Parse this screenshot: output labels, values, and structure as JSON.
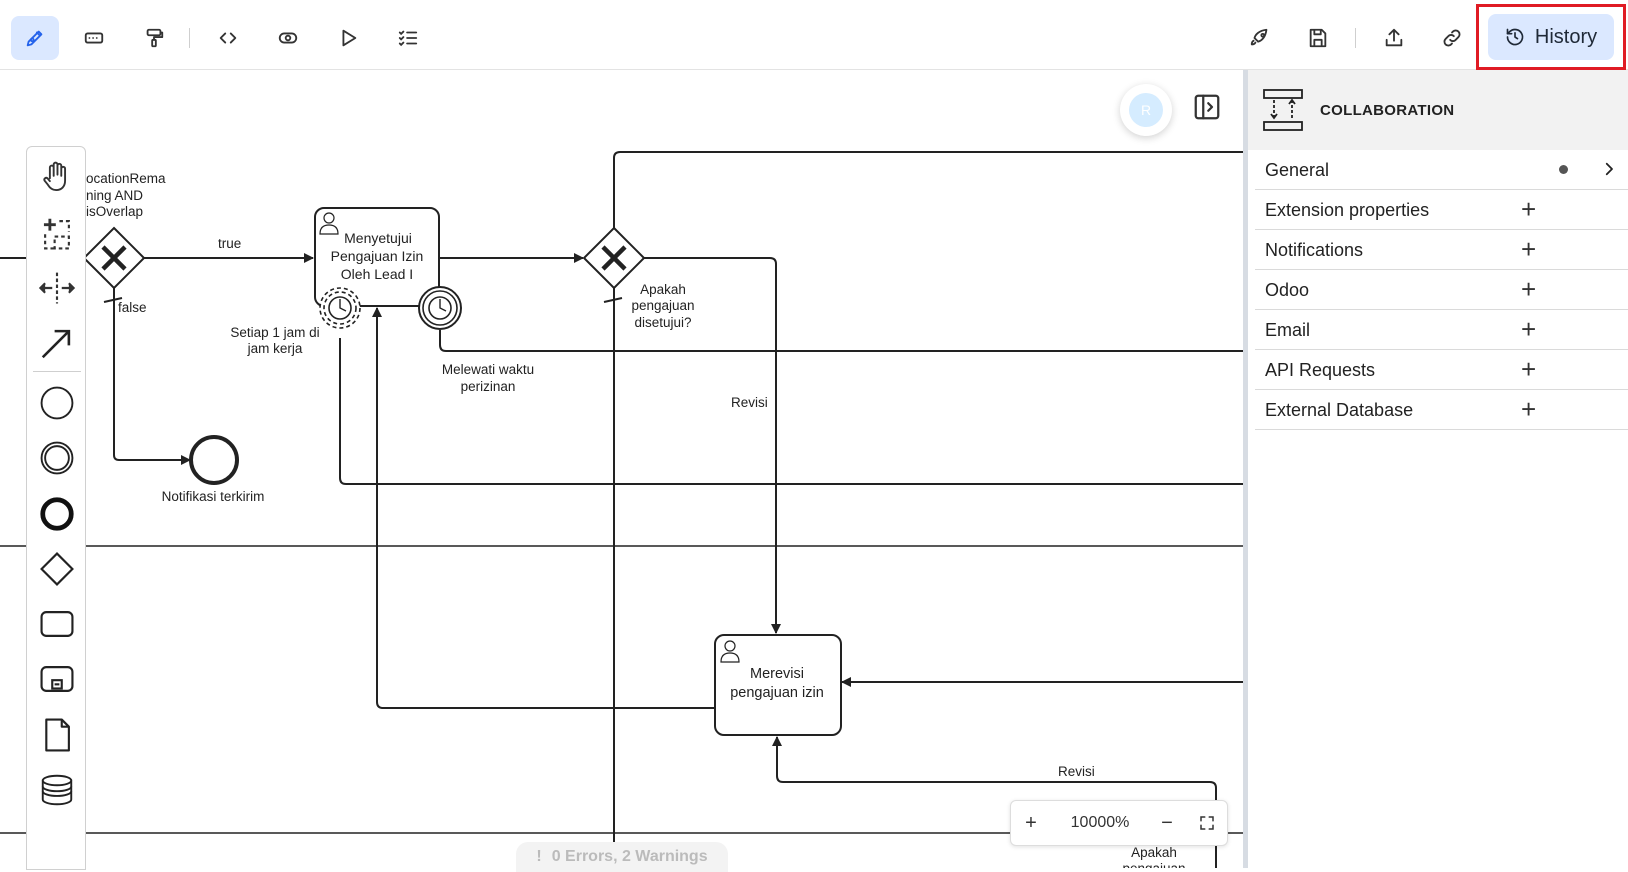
{
  "toolbar": {
    "history_label": "History"
  },
  "diagram": {
    "condition_label": [
      "ocationRema",
      "ning AND",
      "isOverlap"
    ],
    "flow_true": "true",
    "flow_false": "false",
    "task_approve": [
      "Menyetujui",
      "Pengajuan Izin",
      "Oleh Lead I"
    ],
    "timer_label": [
      "Setiap 1 jam di",
      "jam kerja"
    ],
    "deadline_label": [
      "Melewati waktu",
      "perizinan"
    ],
    "gateway_label": [
      "Apakah",
      "pengajuan",
      "disetujui?"
    ],
    "flow_revisi_1": "Revisi",
    "end_event_label": "Notifikasi terkirim",
    "task_revise": [
      "Merevisi",
      "pengajuan izin"
    ],
    "flow_revisi_2": "Revisi",
    "gateway_bottom_label": [
      "Apakah",
      "pengajuan"
    ]
  },
  "avatar_initial": "R",
  "zoom": {
    "zoom_in": "+",
    "level": "10000%",
    "zoom_out": "−"
  },
  "status": {
    "errors_text": "0 Errors, 2 Warnings",
    "warn_glyph": "!"
  },
  "panel": {
    "title": "COLLABORATION",
    "sections": [
      {
        "label": "General"
      },
      {
        "label": "Extension properties"
      },
      {
        "label": "Notifications"
      },
      {
        "label": "Odoo"
      },
      {
        "label": "Email"
      },
      {
        "label": "API Requests"
      },
      {
        "label": "External Database"
      }
    ],
    "plus_glyph": "+"
  }
}
